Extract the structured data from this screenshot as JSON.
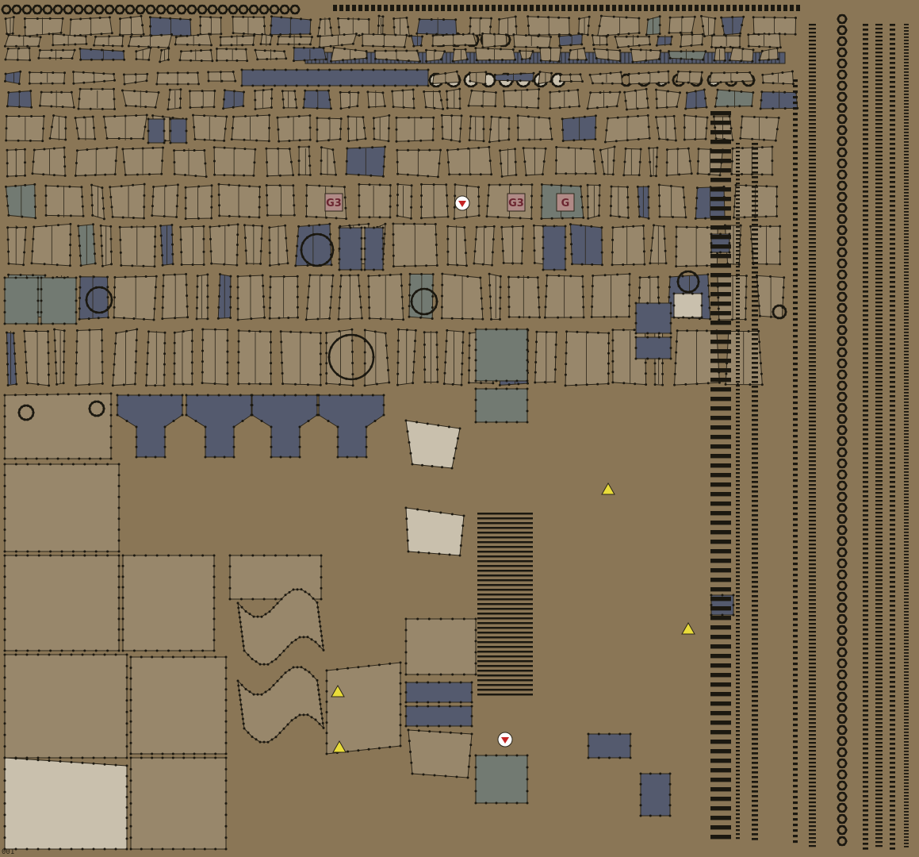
{
  "viewport": {
    "corner_label": "001"
  },
  "uv_layout": {
    "marker_labels": [
      "G3",
      "G3",
      "G"
    ],
    "colors": {
      "background": "#8a7656",
      "island_fill": "#98876b",
      "edge": "#2b2519",
      "dark_fill": "#545a6e",
      "teal_fill": "#727a72",
      "light_fill": "#c9c0ad",
      "vertex": "#1b1810",
      "red_marker": "#c42424",
      "warning_marker": "#e9dc3a",
      "label_box": "#b08a86",
      "label_text": "#6b2530"
    }
  }
}
